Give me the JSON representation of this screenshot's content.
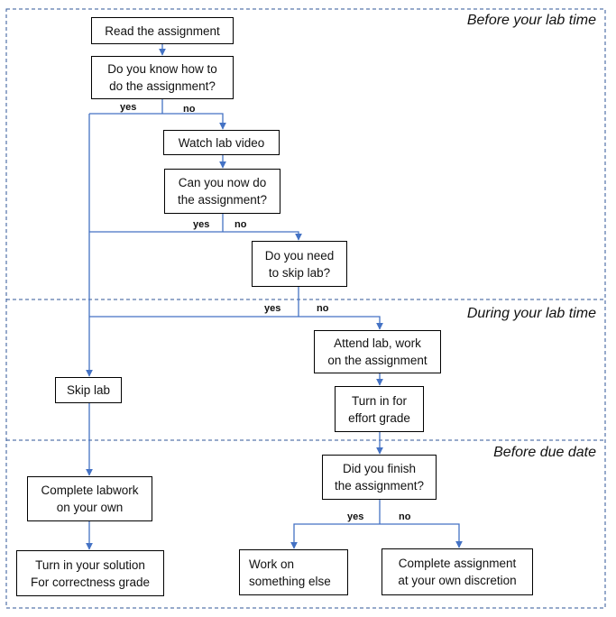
{
  "phases": {
    "before_lab": "Before your lab time",
    "during_lab": "During your lab time",
    "before_due": "Before due date"
  },
  "boxes": {
    "read": "Read the assignment",
    "know": "Do you know how to\ndo the assignment?",
    "watch": "Watch lab video",
    "can_now": "Can you now do\nthe assignment?",
    "need_skip": "Do you need\nto skip lab?",
    "attend": "Attend lab, work\non the assignment",
    "skip": "Skip lab",
    "turn_effort": "Turn in for\neffort grade",
    "finish": "Did you finish\nthe assignment?",
    "complete_own": "Complete labwork\non your own",
    "turn_solution": "Turn in your solution\nFor correctness grade",
    "work_else": "Work on\nsomething else",
    "complete_discretion": "Complete assignment\nat your own discretion"
  },
  "branches": {
    "yes": "yes",
    "no": "no"
  },
  "colors": {
    "connector": "#4472c4",
    "phase_border": "#2f5597",
    "box_border": "#000000"
  }
}
